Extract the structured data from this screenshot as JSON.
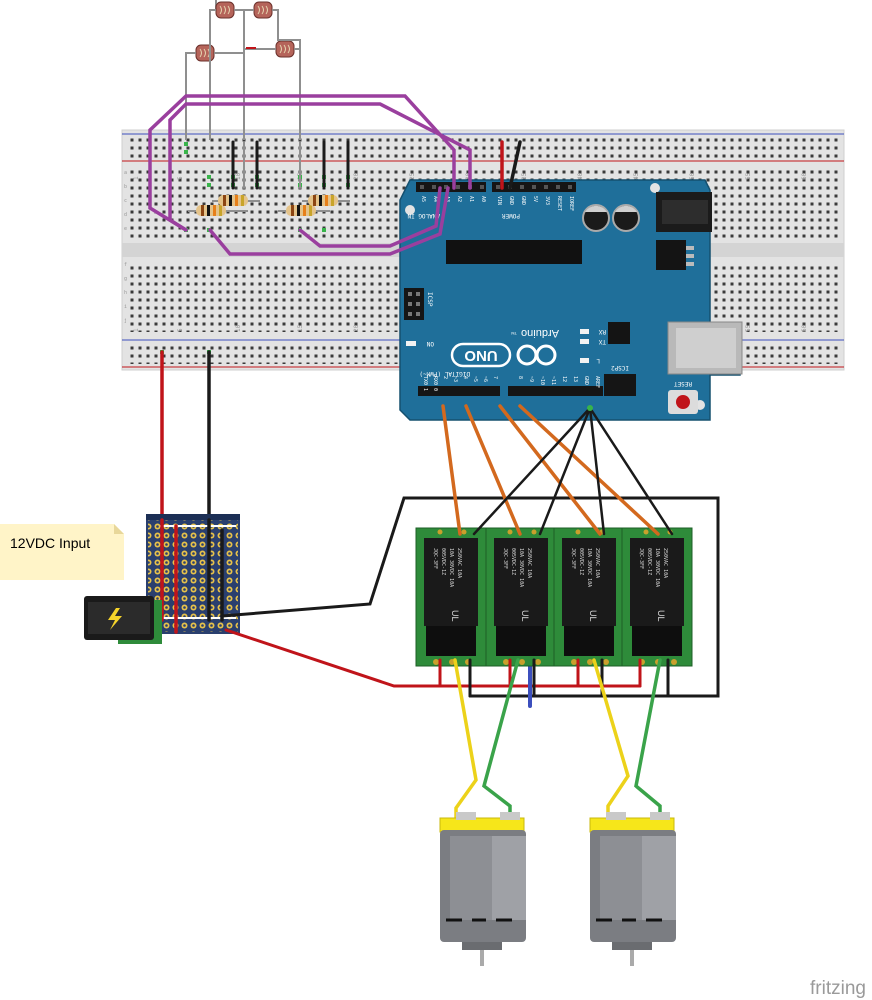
{
  "note": {
    "text": "12VDC Input",
    "fill": "#fff4c8"
  },
  "watermark": "fritzing",
  "arduino": {
    "logo_text": "Arduino",
    "model": "UNO",
    "trademark": "TM",
    "board_color": "#1f6f9a",
    "header_top_labels": [
      "AREF",
      "GND",
      "13",
      "12",
      "~11",
      "~10",
      "~9",
      "8"
    ],
    "header_power_labels": [
      "IOREF",
      "RESET",
      "3V3",
      "5V",
      "GND",
      "GND",
      "VIN"
    ],
    "header_analog_labels": [
      "A0",
      "A1",
      "A2",
      "A3",
      "A4",
      "A5"
    ],
    "bottom_labels": [
      "TX0 1",
      "RX0 0",
      "2",
      "~3",
      "4",
      "~5",
      "~6",
      "7"
    ],
    "power_group_label": "POWER",
    "analog_group_label": "ANALOG IN",
    "digital_label": "DIGITAL (PWM~)",
    "labels": {
      "on": "ON",
      "tx": "TX",
      "rx": "RX",
      "l": "L",
      "icsp": "ICSP",
      "icsp2": "ICSP2",
      "reset": "RESET"
    }
  },
  "breadboard": {
    "column_numbers": [
      "1",
      "5",
      "10",
      "15",
      "20",
      "25",
      "30",
      "35",
      "40",
      "45",
      "50",
      "55",
      "60"
    ],
    "row_letters": [
      "a",
      "b",
      "c",
      "d",
      "e",
      "f",
      "g",
      "h",
      "i",
      "j"
    ]
  },
  "relays": [
    {
      "lines": [
        "JQC-3FF",
        "005VDC-1Z",
        "10A 30VDC 10A",
        "250VAC 10A"
      ],
      "mark": "UL"
    },
    {
      "lines": [
        "JQC-3FF",
        "005VDC-1Z",
        "10A 30VDC 10A",
        "250VAC 10A"
      ],
      "mark": "UL"
    },
    {
      "lines": [
        "JQC-3FF",
        "005VDC-1Z",
        "10A 30VDC 10A",
        "250VAC 10A"
      ],
      "mark": "UL"
    },
    {
      "lines": [
        "JQC-3FF",
        "005VDC-1Z",
        "10A 30VDC 10A",
        "250VAC 10A"
      ],
      "mark": "UL"
    }
  ],
  "colors": {
    "wire_red": "#c0141a",
    "wire_black": "#1a1a1a",
    "wire_orange": "#d3691e",
    "wire_purple": "#9a3f9e",
    "wire_yellow": "#ecd21a",
    "wire_green": "#3aa34a",
    "wire_grey": "#8f8f8f",
    "relay_green": "#2e8b3a",
    "motor_yellow": "#f6e61a",
    "motor_body": "#7b7d82"
  }
}
